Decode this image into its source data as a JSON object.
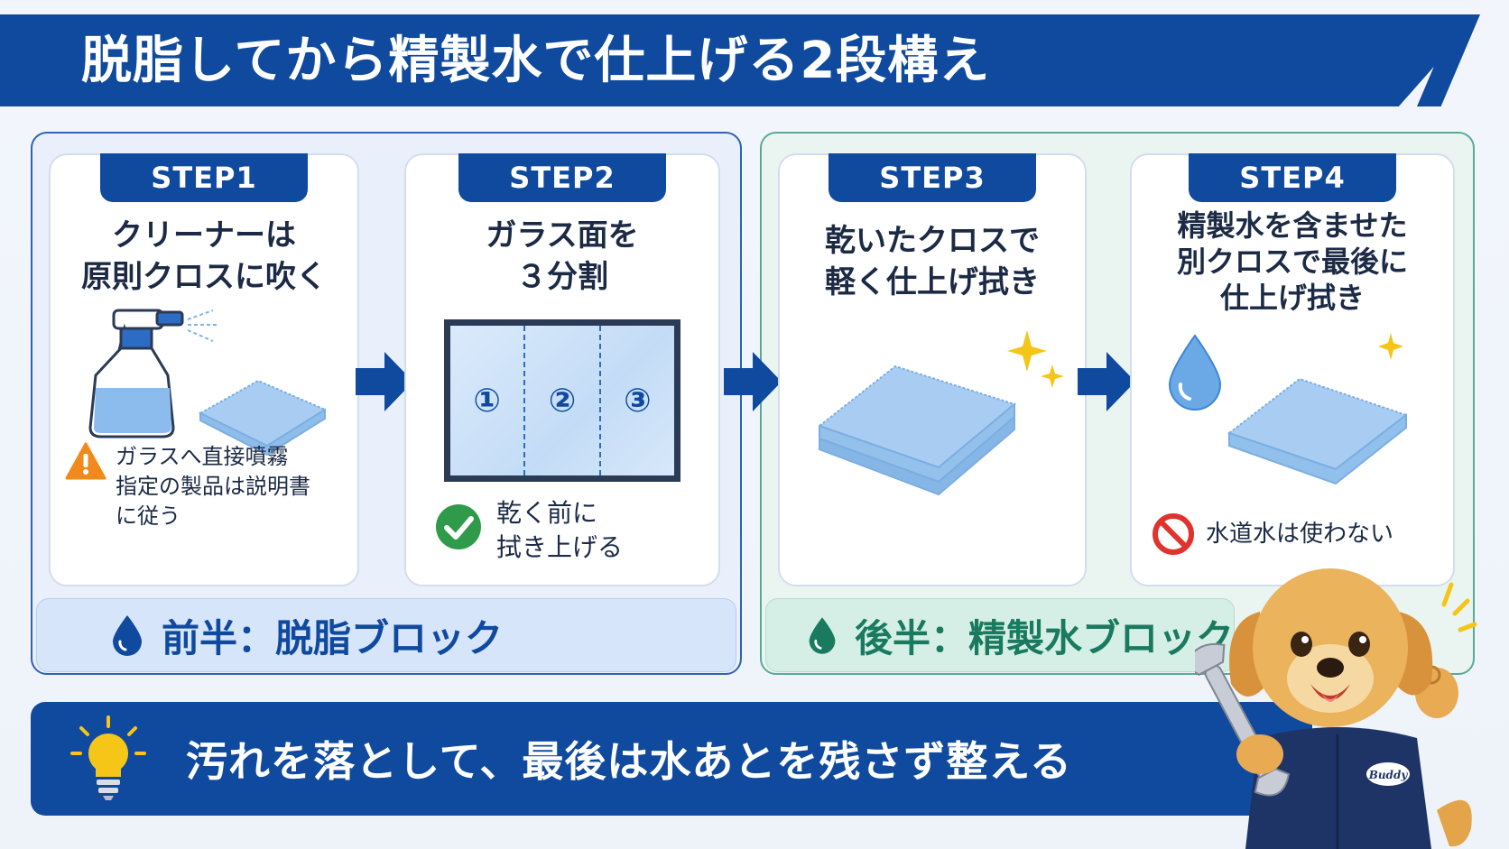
{
  "header": {
    "title": "脱脂してから精製水で仕上げる2段構え"
  },
  "steps": [
    {
      "badge": "STEP1",
      "title": [
        "クリーナーは",
        "原則クロスに吹く"
      ],
      "note": [
        "ガラスへ直接噴霧",
        "指定の製品は説明書",
        "に従う"
      ],
      "note_icon": "warning-icon"
    },
    {
      "badge": "STEP2",
      "title": [
        "ガラス面を",
        "３分割"
      ],
      "sections": [
        "①",
        "②",
        "③"
      ],
      "note": [
        "乾く前に",
        "拭き上げる"
      ],
      "note_icon": "check-icon"
    },
    {
      "badge": "STEP3",
      "title": [
        "乾いたクロスで",
        "軽く仕上げ拭き"
      ]
    },
    {
      "badge": "STEP4",
      "title": [
        "精製水を含ませた",
        "別クロスで最後に",
        "仕上げ拭き"
      ],
      "note": [
        "水道水は使わない"
      ],
      "note_icon": "prohibited-icon"
    }
  ],
  "groups": {
    "first": {
      "label": "前半：脱脂ブロック"
    },
    "second": {
      "label": "後半：精製水ブロック"
    }
  },
  "banner": {
    "text": "汚れを落として、最後は水あとを残さず整える"
  },
  "mascot": {
    "badge_text": "Buddy"
  },
  "colors": {
    "primary": "#0f4a9e",
    "green": "#1a7a5f",
    "cloth": "#a9cdf2",
    "warning": "#f08a1c",
    "ok": "#2e9a4a",
    "ng": "#e0332e"
  }
}
